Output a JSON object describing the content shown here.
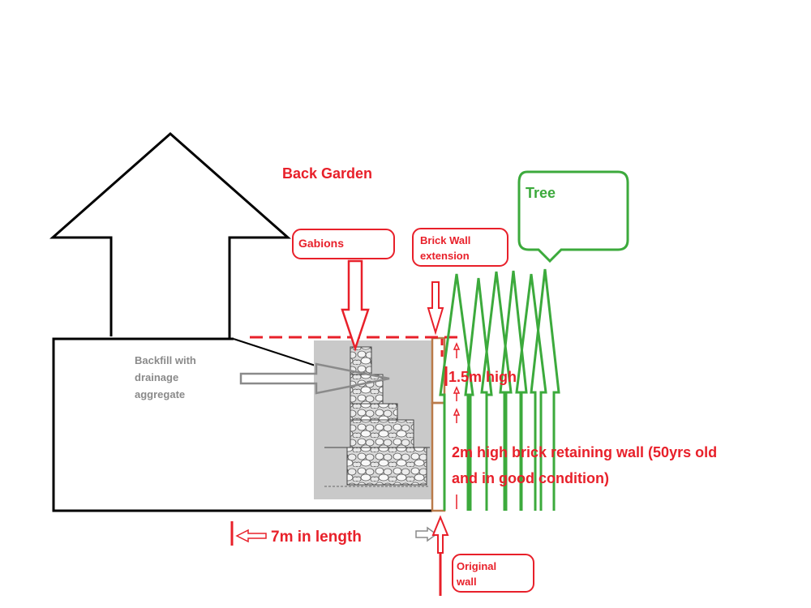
{
  "title": "Back Garden",
  "labels": {
    "gabions": "Gabions",
    "brick_wall_extension_line1": "Brick Wall",
    "brick_wall_extension_line2": "extension",
    "tree": "Tree",
    "backfill_line1": "Backfill with",
    "backfill_line2": "drainage",
    "backfill_line3": "aggregate",
    "extension_height": "1.5m high",
    "retaining_wall_line1": "2m high brick retaining wall (50yrs old",
    "retaining_wall_line2": "and in good condition)",
    "length": "7m in length",
    "original_wall_line1": "Original",
    "original_wall_line2": "wall"
  },
  "colors": {
    "red": "#e8202a",
    "green": "#3caa3c",
    "gray": "#8a8a8a",
    "black": "#000000",
    "brown": "#b97a4a"
  },
  "icons": {
    "house": "house-outline-icon",
    "trees": "tree-outline-icon"
  }
}
